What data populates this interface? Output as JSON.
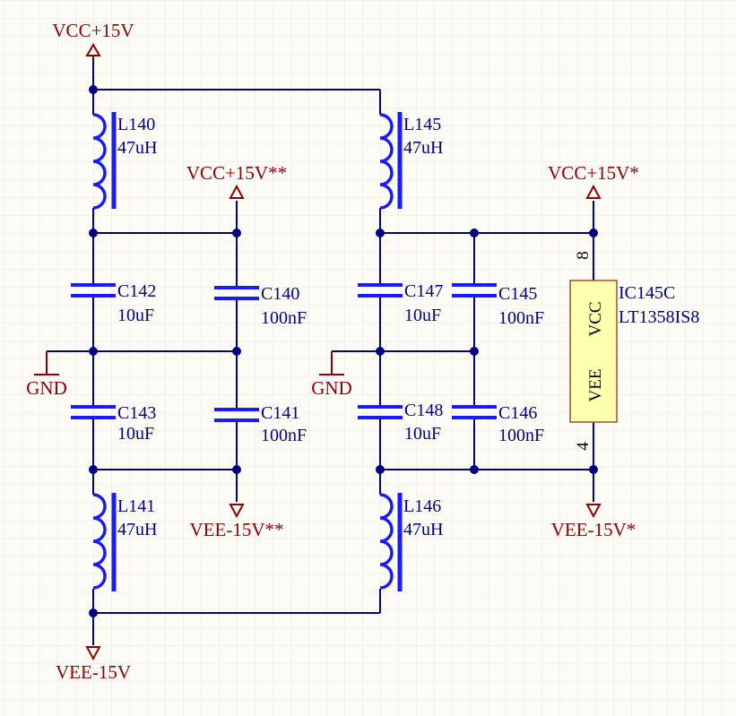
{
  "power": {
    "vcc_main": "VCC+15V",
    "vee_main": "VEE-15V",
    "vcc_a": "VCC+15V**",
    "vee_a": "VEE-15V**",
    "vcc_b": "VCC+15V*",
    "vee_b": "VEE-15V*",
    "gnd": "GND"
  },
  "inductors": {
    "L140": {
      "ref": "L140",
      "value": "47uH"
    },
    "L141": {
      "ref": "L141",
      "value": "47uH"
    },
    "L145": {
      "ref": "L145",
      "value": "47uH"
    },
    "L146": {
      "ref": "L146",
      "value": "47uH"
    }
  },
  "capacitors": {
    "C142": {
      "ref": "C142",
      "value": "10uF"
    },
    "C143": {
      "ref": "C143",
      "value": "10uF"
    },
    "C140": {
      "ref": "C140",
      "value": "100nF"
    },
    "C141": {
      "ref": "C141",
      "value": "100nF"
    },
    "C147": {
      "ref": "C147",
      "value": "10uF"
    },
    "C148": {
      "ref": "C148",
      "value": "10uF"
    },
    "C145": {
      "ref": "C145",
      "value": "100nF"
    },
    "C146": {
      "ref": "C146",
      "value": "100nF"
    }
  },
  "ic": {
    "ref": "IC145C",
    "part": "LT1358IS8",
    "pin_vcc_name": "VCC",
    "pin_vee_name": "VEE",
    "pin_vcc_num": "8",
    "pin_vee_num": "4"
  },
  "colors": {
    "wire": "#000080",
    "component": "#1a1aff",
    "power": "#8b0000",
    "ic_fill": "#ffffb0",
    "background": "#fcfbf6",
    "grid": "#e6e6e6"
  }
}
